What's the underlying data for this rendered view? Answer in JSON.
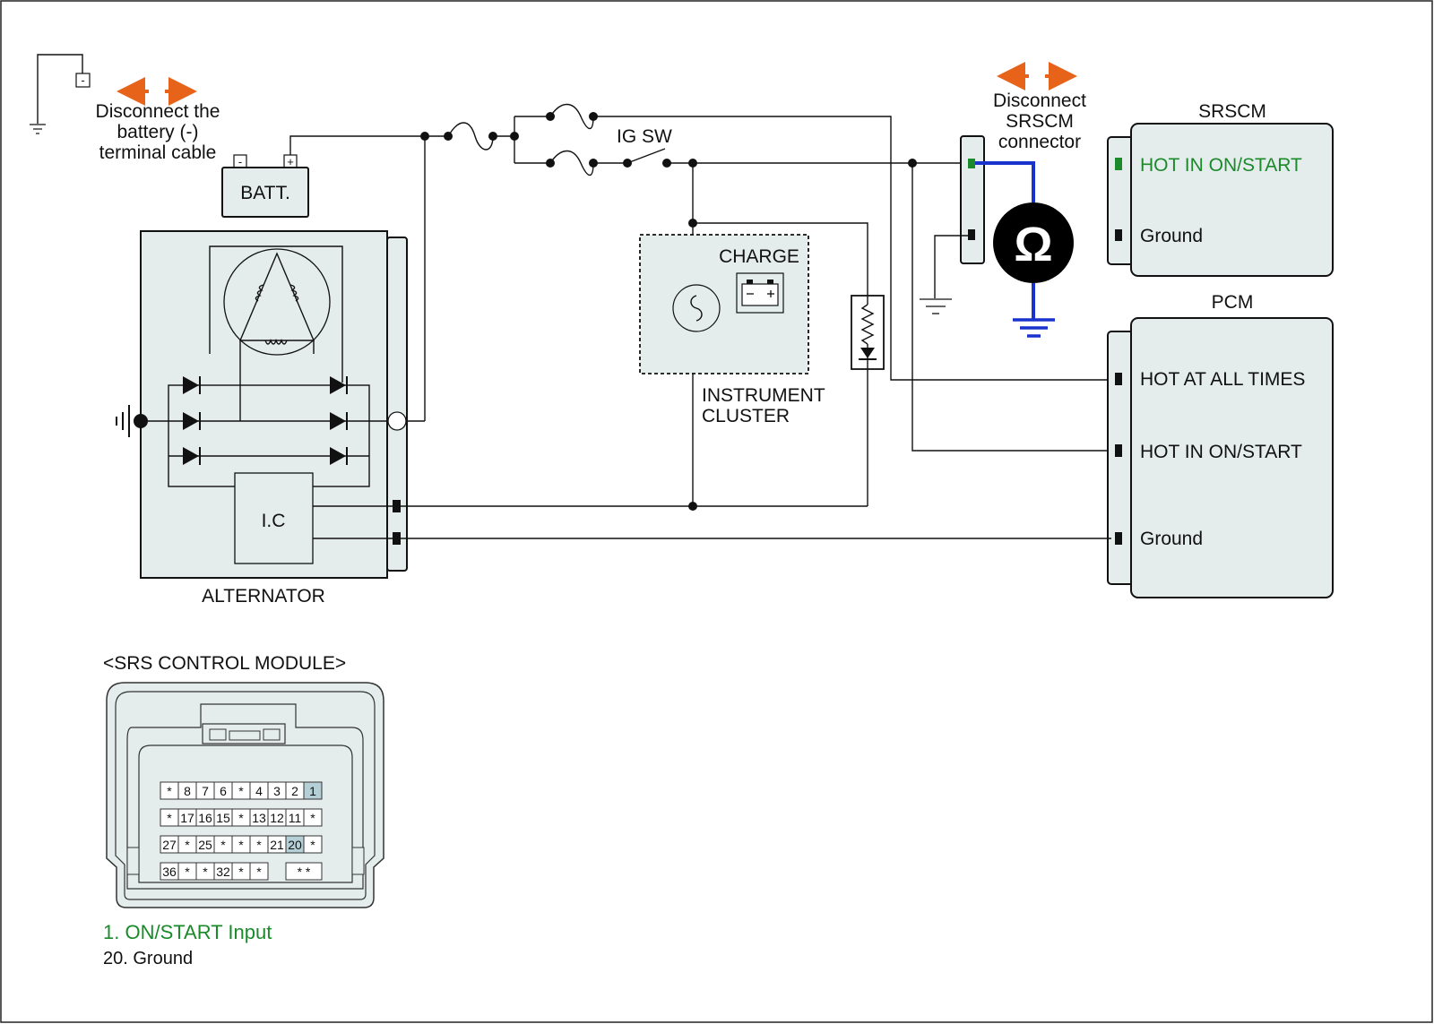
{
  "notes": {
    "battery_disconnect": [
      "Disconnect the",
      "battery (-)",
      "terminal cable"
    ],
    "srscm_disconnect": [
      "Disconnect",
      "SRSCM",
      "connector"
    ]
  },
  "battery": {
    "label": "BATT.",
    "neg": "-",
    "pos": "+"
  },
  "ground_tab": "-",
  "alternator": {
    "label": "ALTERNATOR",
    "ic_label": "I.C"
  },
  "switch": {
    "label": "IG SW"
  },
  "cluster": {
    "label_line1": "INSTRUMENT",
    "label_line2": "CLUSTER",
    "charge_label": "CHARGE"
  },
  "srscm": {
    "title": "SRSCM",
    "pins": [
      {
        "label": "HOT IN ON/START",
        "color": "#1a8a2a"
      },
      {
        "label": "Ground",
        "color": "#111111"
      }
    ]
  },
  "pcm": {
    "title": "PCM",
    "pins": [
      {
        "label": "HOT AT ALL TIMES"
      },
      {
        "label": "HOT IN ON/START"
      },
      {
        "label": "Ground"
      }
    ]
  },
  "meter": {
    "symbol": "Ω",
    "lead_color": "#1a33cc"
  },
  "connector": {
    "title": "<SRS CONTROL MODULE>",
    "rows": [
      [
        "*",
        "8",
        "7",
        "6",
        "*",
        "4",
        "3",
        "2",
        "1"
      ],
      [
        "*",
        "17",
        "16",
        "15",
        "*",
        "13",
        "12",
        "11",
        "*"
      ],
      [
        "27",
        "*",
        "25",
        "*",
        "*",
        "*",
        "21",
        "20",
        "*"
      ],
      [
        "36",
        "*",
        "*",
        "32",
        "*",
        "*",
        "",
        "* *",
        ""
      ]
    ],
    "highlighted": [
      "1",
      "20"
    ],
    "legend": [
      {
        "text": "1. ON/START Input",
        "color": "#1a8a2a"
      },
      {
        "text": "20. Ground",
        "color": "#111111"
      }
    ]
  },
  "colors": {
    "arrow": "#e8631a",
    "box_fill": "#e4ecec",
    "highlight_cell": "#b4cfd6"
  }
}
